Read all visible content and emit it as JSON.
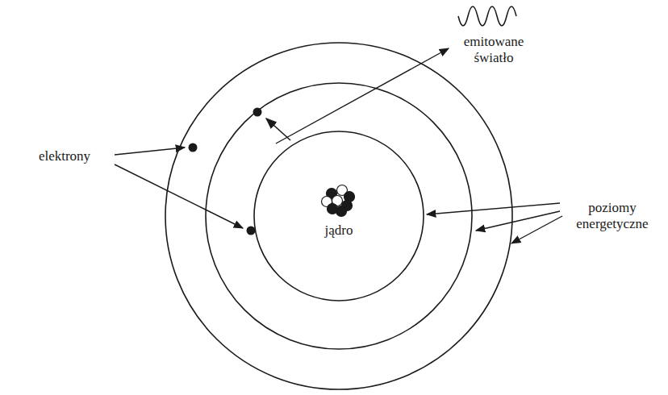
{
  "diagram": {
    "labels": [
      "elektrony",
      "jądro",
      "poziomy energetyczne",
      "emitowane światło"
    ]
  }
}
